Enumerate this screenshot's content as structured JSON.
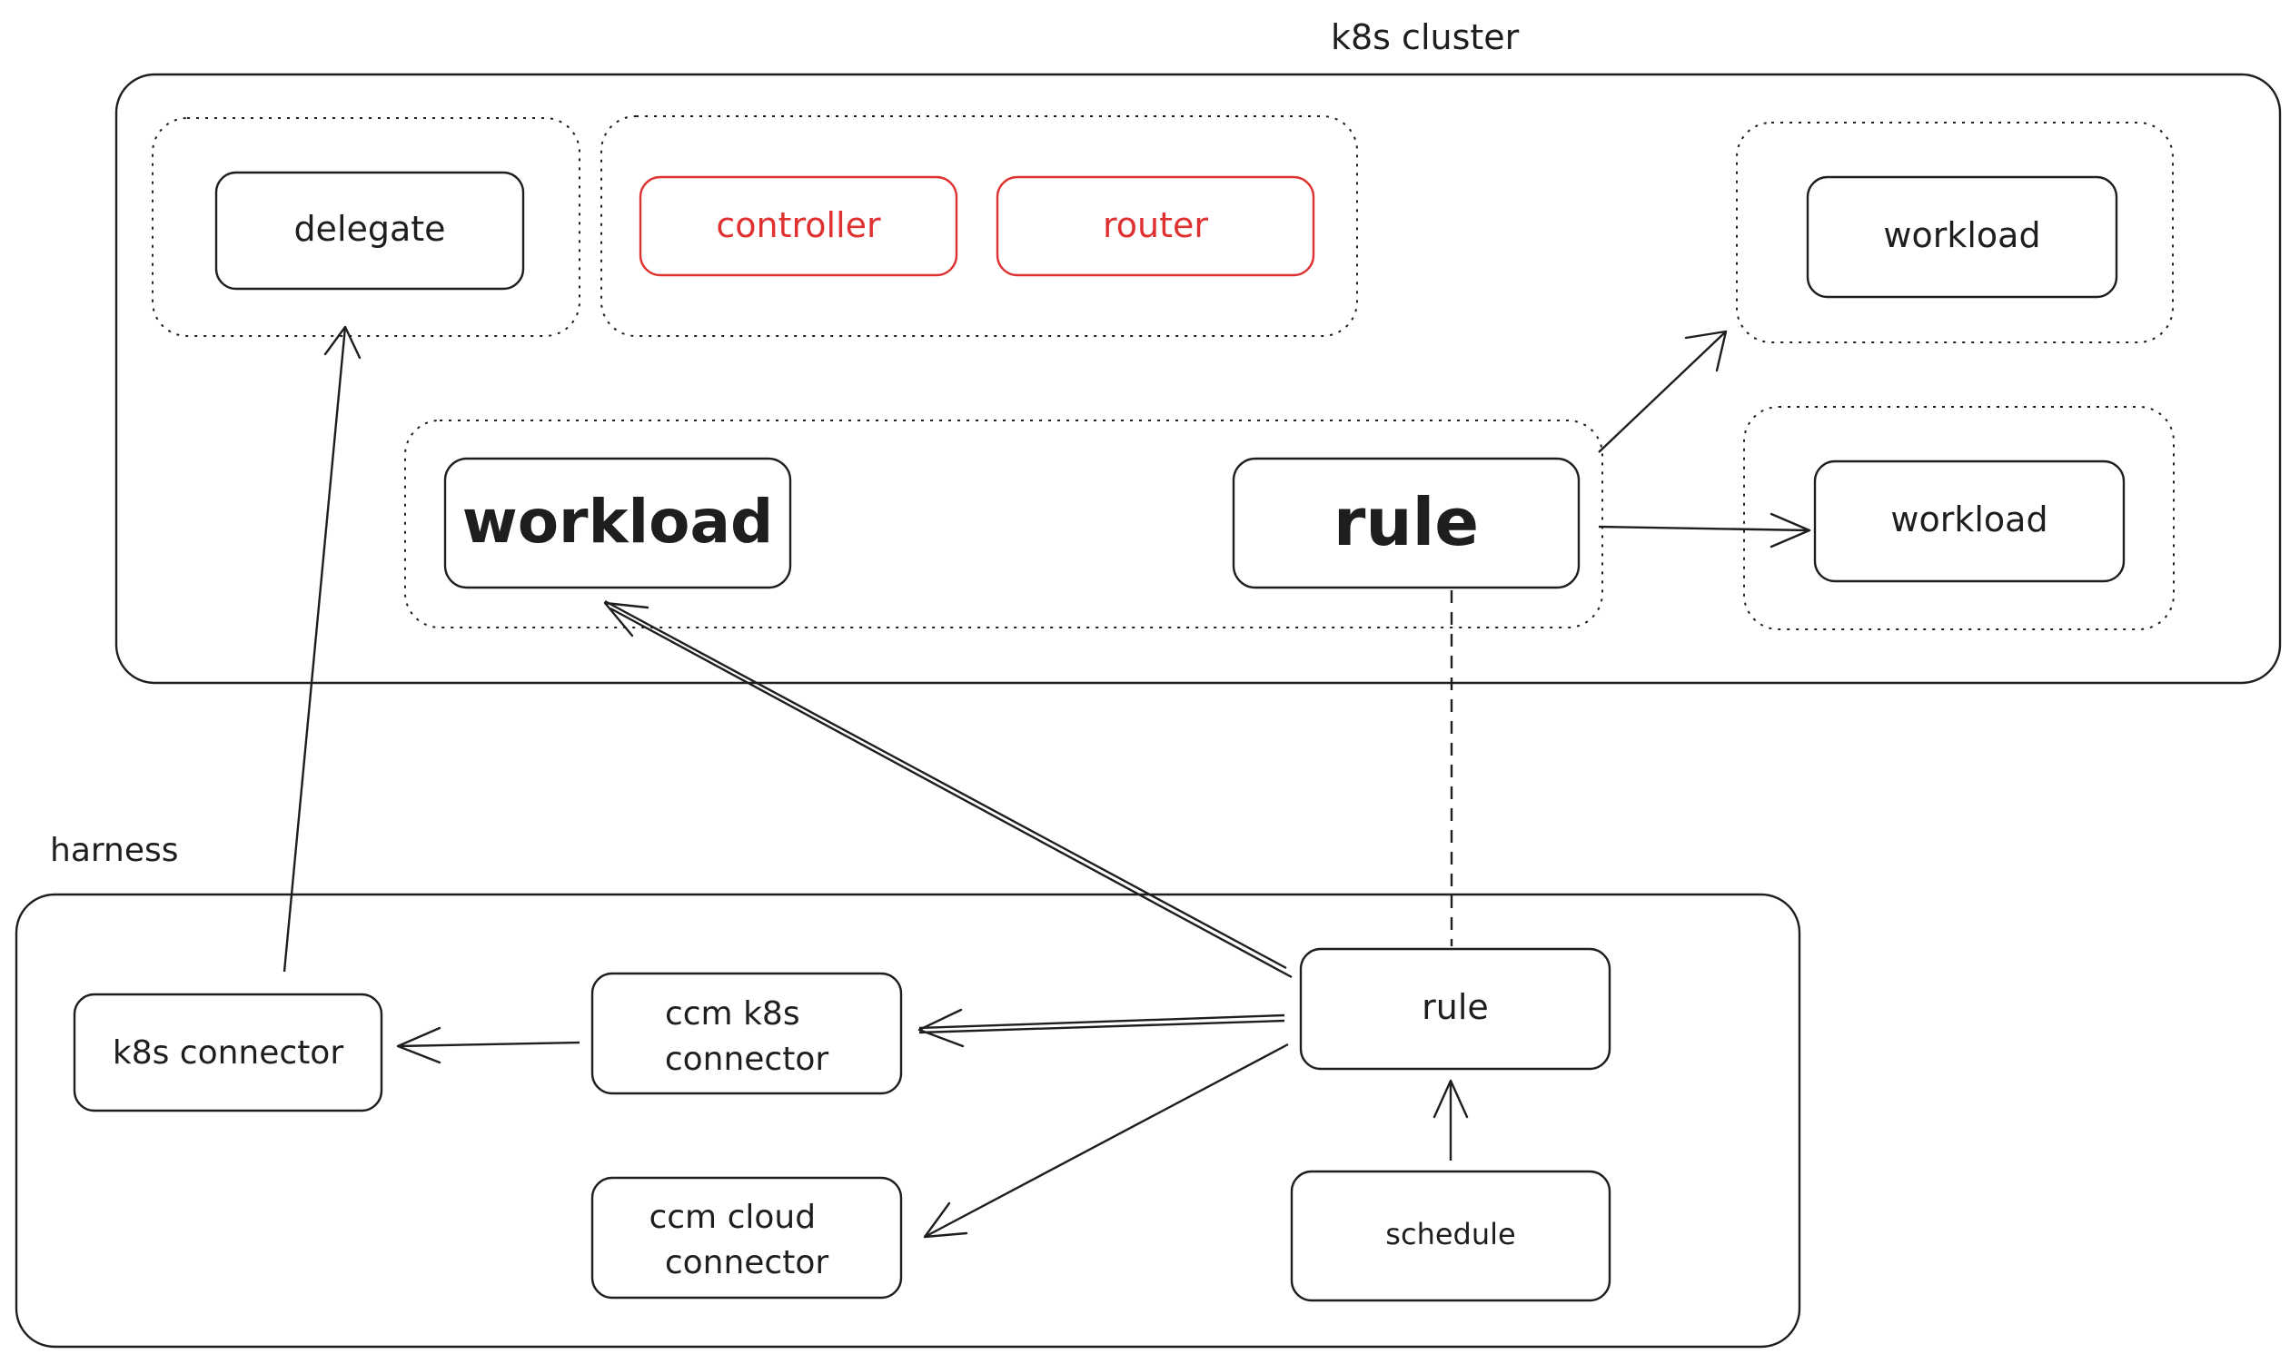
{
  "colors": {
    "ink": "#1e1e1e",
    "accent": "#e03131",
    "background": "#ffffff"
  },
  "cluster": {
    "label": "k8s cluster",
    "delegate": "delegate",
    "controller": "controller",
    "router": "router",
    "workload_top": "workload",
    "workload_mid": "workload",
    "workload_main": "workload",
    "rule": "rule"
  },
  "harness": {
    "label": "harness",
    "k8s_connector": "k8s connector",
    "ccm_k8s_connector": [
      "ccm k8s",
      "connector"
    ],
    "ccm_cloud_connector": [
      "ccm cloud",
      "connector"
    ],
    "rule": "rule",
    "schedule": "schedule"
  }
}
